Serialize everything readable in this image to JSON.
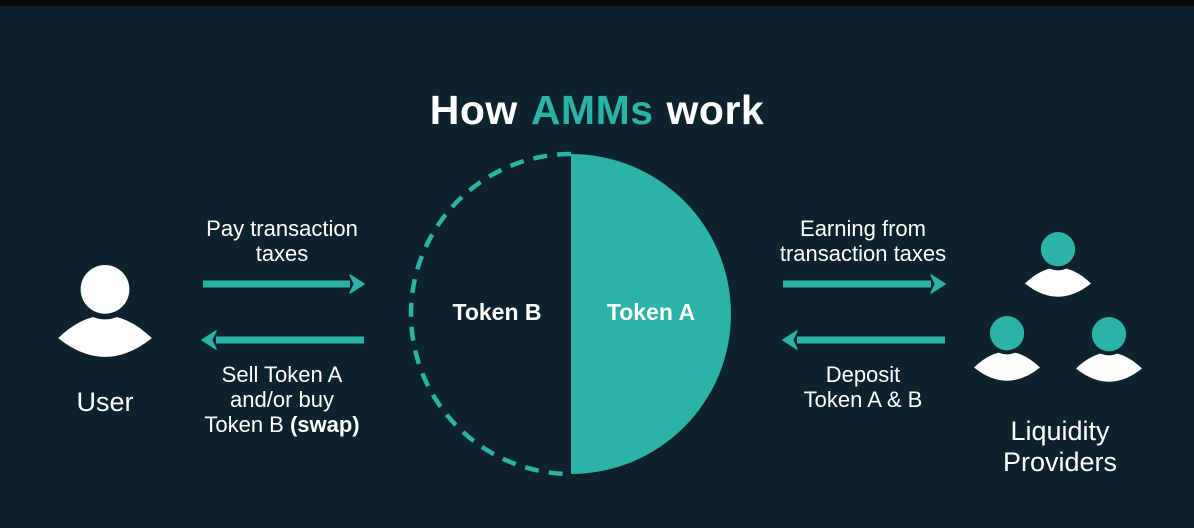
{
  "title": {
    "pre": "How",
    "highlight": "AMMs",
    "post": "work"
  },
  "colors": {
    "background": "#0d222c",
    "accent_teal": "#2ab3a6",
    "text_white": "#ffffff",
    "top_bar": "#08090a"
  },
  "user": {
    "label": "User"
  },
  "left_flow": {
    "to_pool_lines": [
      "Pay transaction",
      "taxes"
    ],
    "from_pool_lines": [
      "Sell Token A",
      "and/or buy"
    ],
    "from_pool_line3_regular": "Token B ",
    "from_pool_line3_bold": "(swap)"
  },
  "pool": {
    "token_b": "Token B",
    "token_a": "Token A"
  },
  "right_flow": {
    "to_providers_lines": [
      "Earning from",
      "transaction taxes"
    ],
    "from_providers_lines": [
      "Deposit",
      "Token A & B"
    ]
  },
  "providers": {
    "label_lines": [
      "Liquidity",
      "Providers"
    ]
  }
}
